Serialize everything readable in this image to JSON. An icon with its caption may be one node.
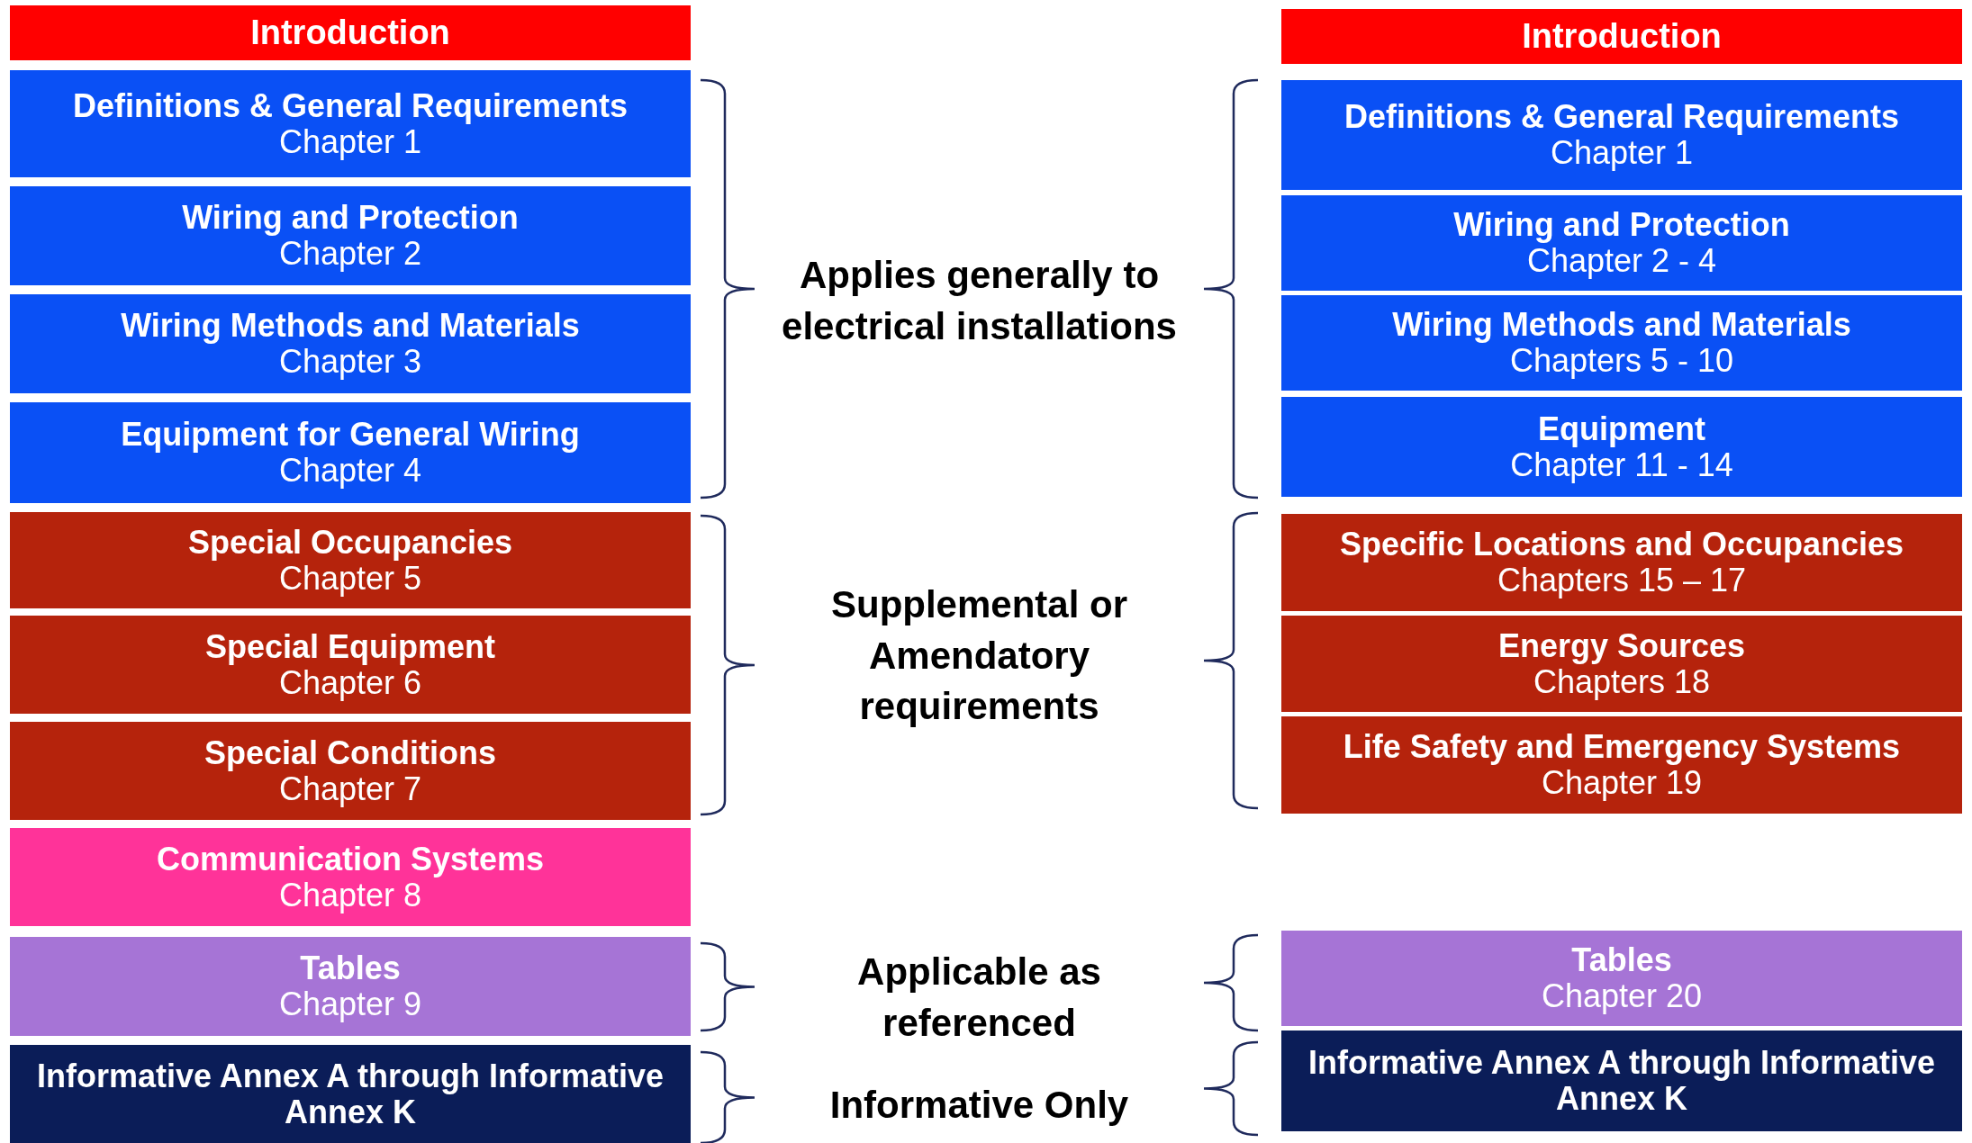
{
  "diagram": {
    "nodes": [
      {
        "text": [
          "Introduction"
        ]
      },
      {
        "text": [
          "Definitions & General Requirements",
          "Chapter 1"
        ]
      },
      {
        "text": [
          "Wiring and Protection",
          "Chapter 2"
        ]
      },
      {
        "text": [
          "Wiring Methods and Materials",
          "Chapter 3"
        ]
      },
      {
        "text": [
          "Equipment for General Wiring",
          "Chapter 4"
        ]
      },
      {
        "text": [
          "Special Occupancies",
          "Chapter 5"
        ]
      },
      {
        "text": [
          "Special Equipment",
          "Chapter 6"
        ]
      },
      {
        "text": [
          "Special Conditions",
          "Chapter 7"
        ]
      },
      {
        "text": [
          "Communication Systems",
          "Chapter 8"
        ]
      },
      {
        "text": [
          "Tables",
          "Chapter 9"
        ]
      },
      {
        "text": [
          "Informative Annex A through Informative Annex K"
        ]
      },
      {
        "text": [
          "Introduction"
        ]
      },
      {
        "text": [
          "Definitions & General Requirements",
          "Chapter 1"
        ]
      },
      {
        "text": [
          "Wiring and Protection",
          "Chapter 2 - 4"
        ]
      },
      {
        "text": [
          "Wiring Methods and Materials",
          "Chapters 5 - 10"
        ]
      },
      {
        "text": [
          "Equipment",
          "Chapter 11 - 14"
        ]
      },
      {
        "text": [
          "Specific Locations and Occupancies",
          "Chapters 15 – 17"
        ]
      },
      {
        "text": [
          "Energy Sources",
          "Chapters 18"
        ]
      },
      {
        "text": [
          "Life Safety and Emergency Systems",
          "Chapter 19"
        ]
      },
      {
        "text": [
          "Tables",
          "Chapter 20"
        ]
      },
      {
        "text": [
          "Informative Annex A through Informative Annex K"
        ]
      }
    ],
    "labels": [
      "Applies generally to electrical installations",
      "Supplemental or Amendatory requirements",
      "Applicable as referenced",
      "Informative Only"
    ]
  }
}
